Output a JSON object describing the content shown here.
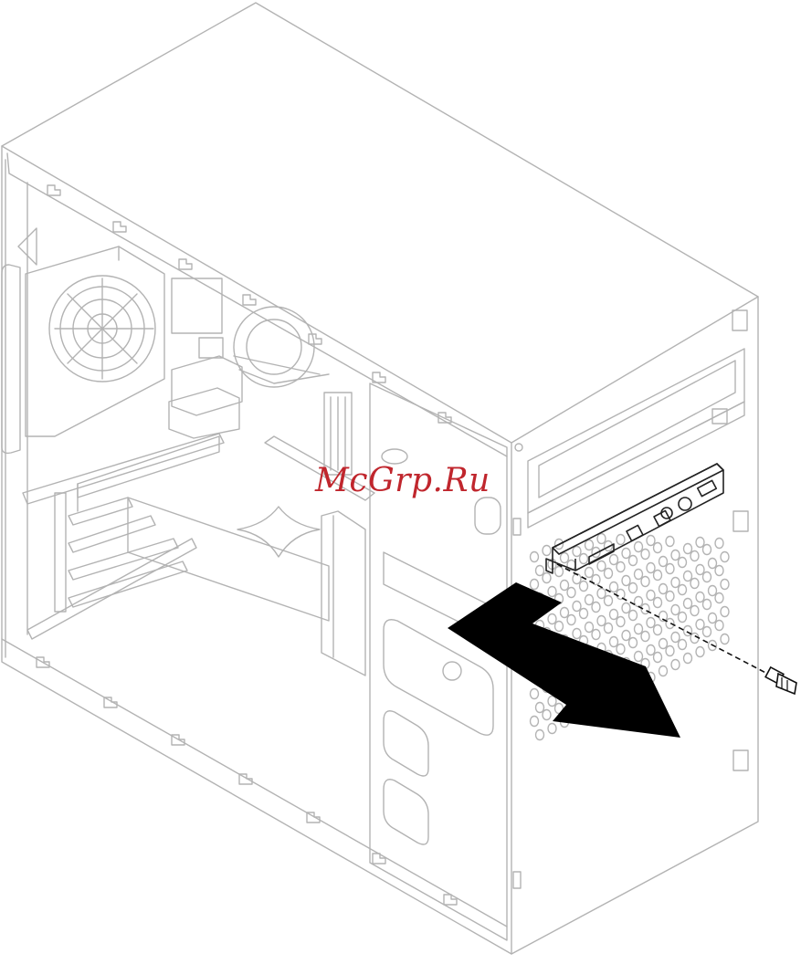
{
  "watermark": {
    "text": "McGrp.Ru"
  },
  "colors": {
    "line": "#b3b3b3",
    "arrow": "#000000",
    "watermark": "#c0262d"
  },
  "icons": [
    "pc-case-illustration",
    "front-io-panel",
    "removal-arrow",
    "screw-icon"
  ]
}
